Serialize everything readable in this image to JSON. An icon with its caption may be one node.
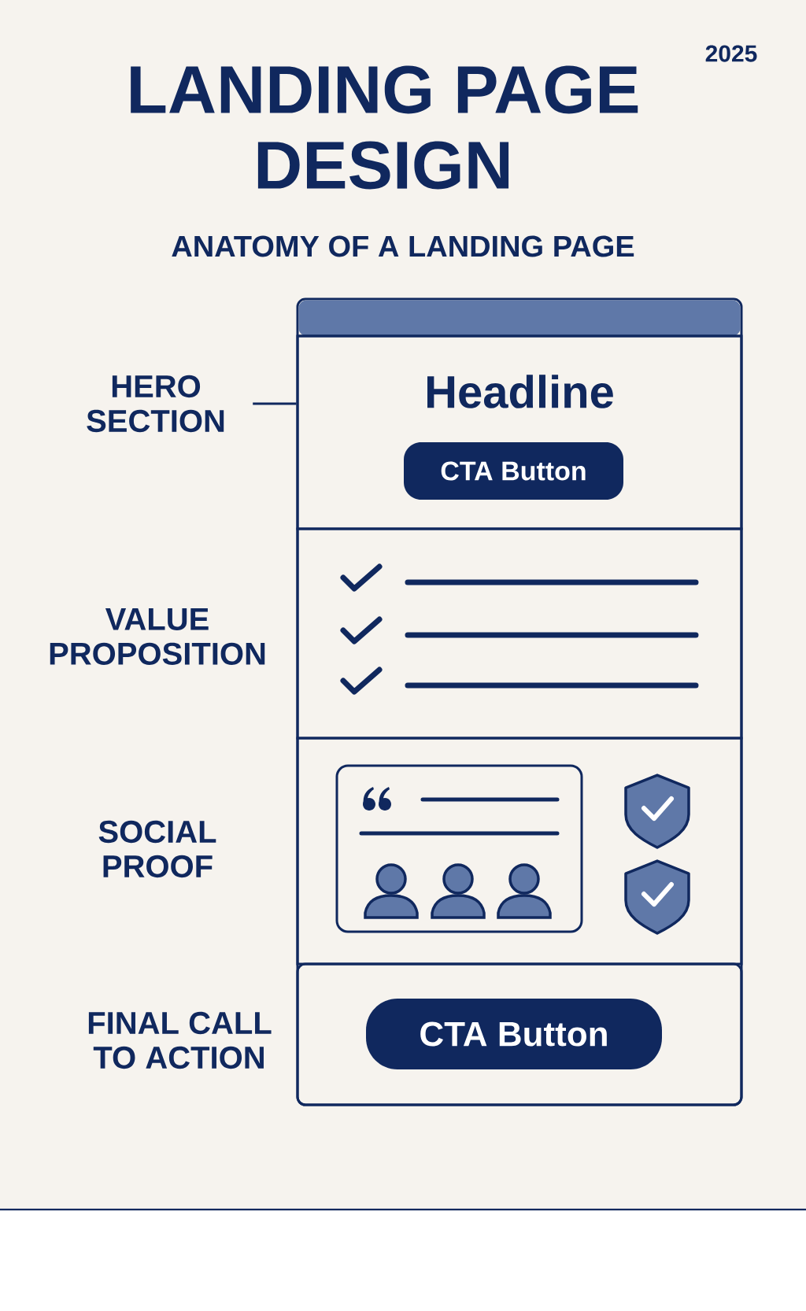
{
  "diagram": {
    "title": "LANDING PAGE DESIGN",
    "nodes": [
      {
        "text": [],
        "shape": "box"
      },
      {
        "text": [
          "Headline"
        ],
        "in": 0
      },
      {
        "text": [
          "CTA Button"
        ],
        "in": 1
      },
      {
        "text": [],
        "shape": "box",
        "in": 0
      },
      {
        "text": [],
        "shape": "box",
        "in": 0
      },
      {
        "text": [],
        "shape": "box",
        "in": 0
      },
      {
        "text": [
          "CTA Button"
        ],
        "in": 5
      },
      {
        "text": [
          "HERO SECTION"
        ]
      }
    ],
    "edges": [
      {
        "from": 7,
        "to": 1,
        "arrow": "none"
      }
    ],
    "labels": [
      "2025",
      "ANATOMY OF A LANDING PAGE",
      "VALUE PROPOSITION",
      "SOCIAL PROOF",
      "FINAL CALL TO ACTION"
    ]
  }
}
